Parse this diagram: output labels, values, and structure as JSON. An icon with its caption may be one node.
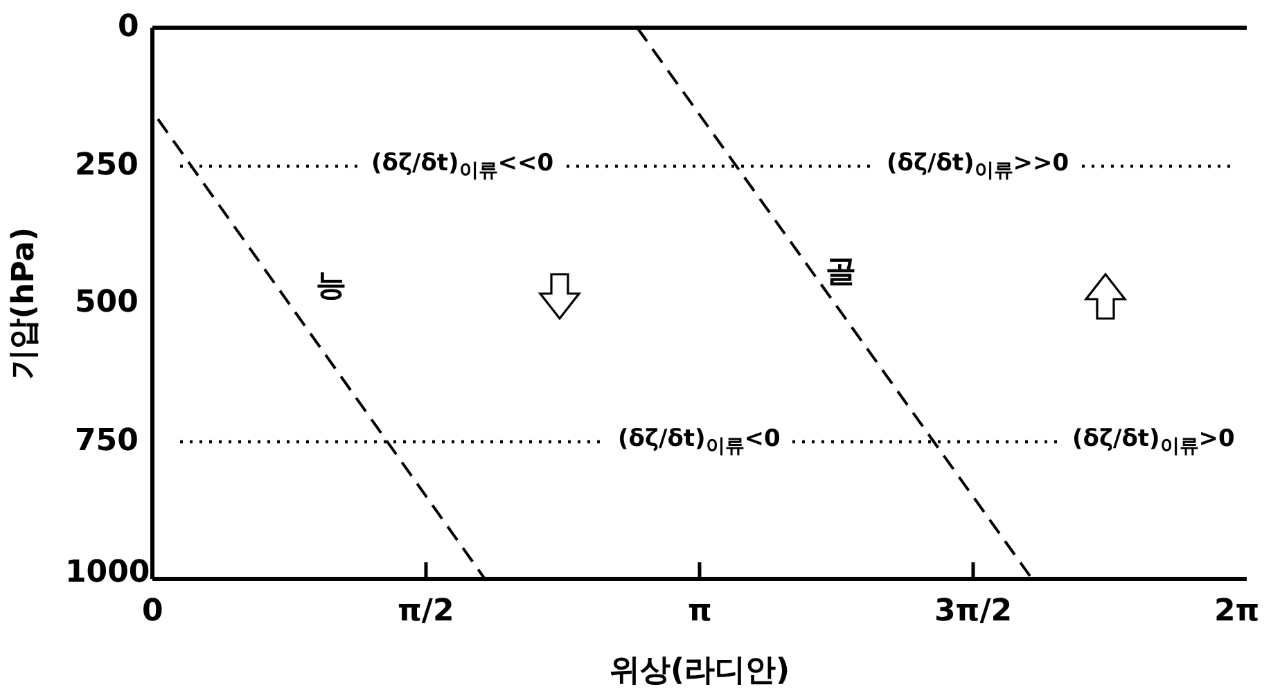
{
  "diagram": {
    "labels": [
      "0",
      "250",
      "(δζ/δt)$_{이류}$<<0",
      "(δζ/δt)$_{이류}$>>0",
      "능",
      "골",
      "500",
      "750",
      "(δζ/δt)$_{이류}$<0",
      "(δζ/δt)$_{이류}$>0",
      "1000",
      "0",
      "π/2",
      "π",
      "3π/2",
      "2π",
      "기압(hPa)",
      "위상(라디안)"
    ]
  }
}
